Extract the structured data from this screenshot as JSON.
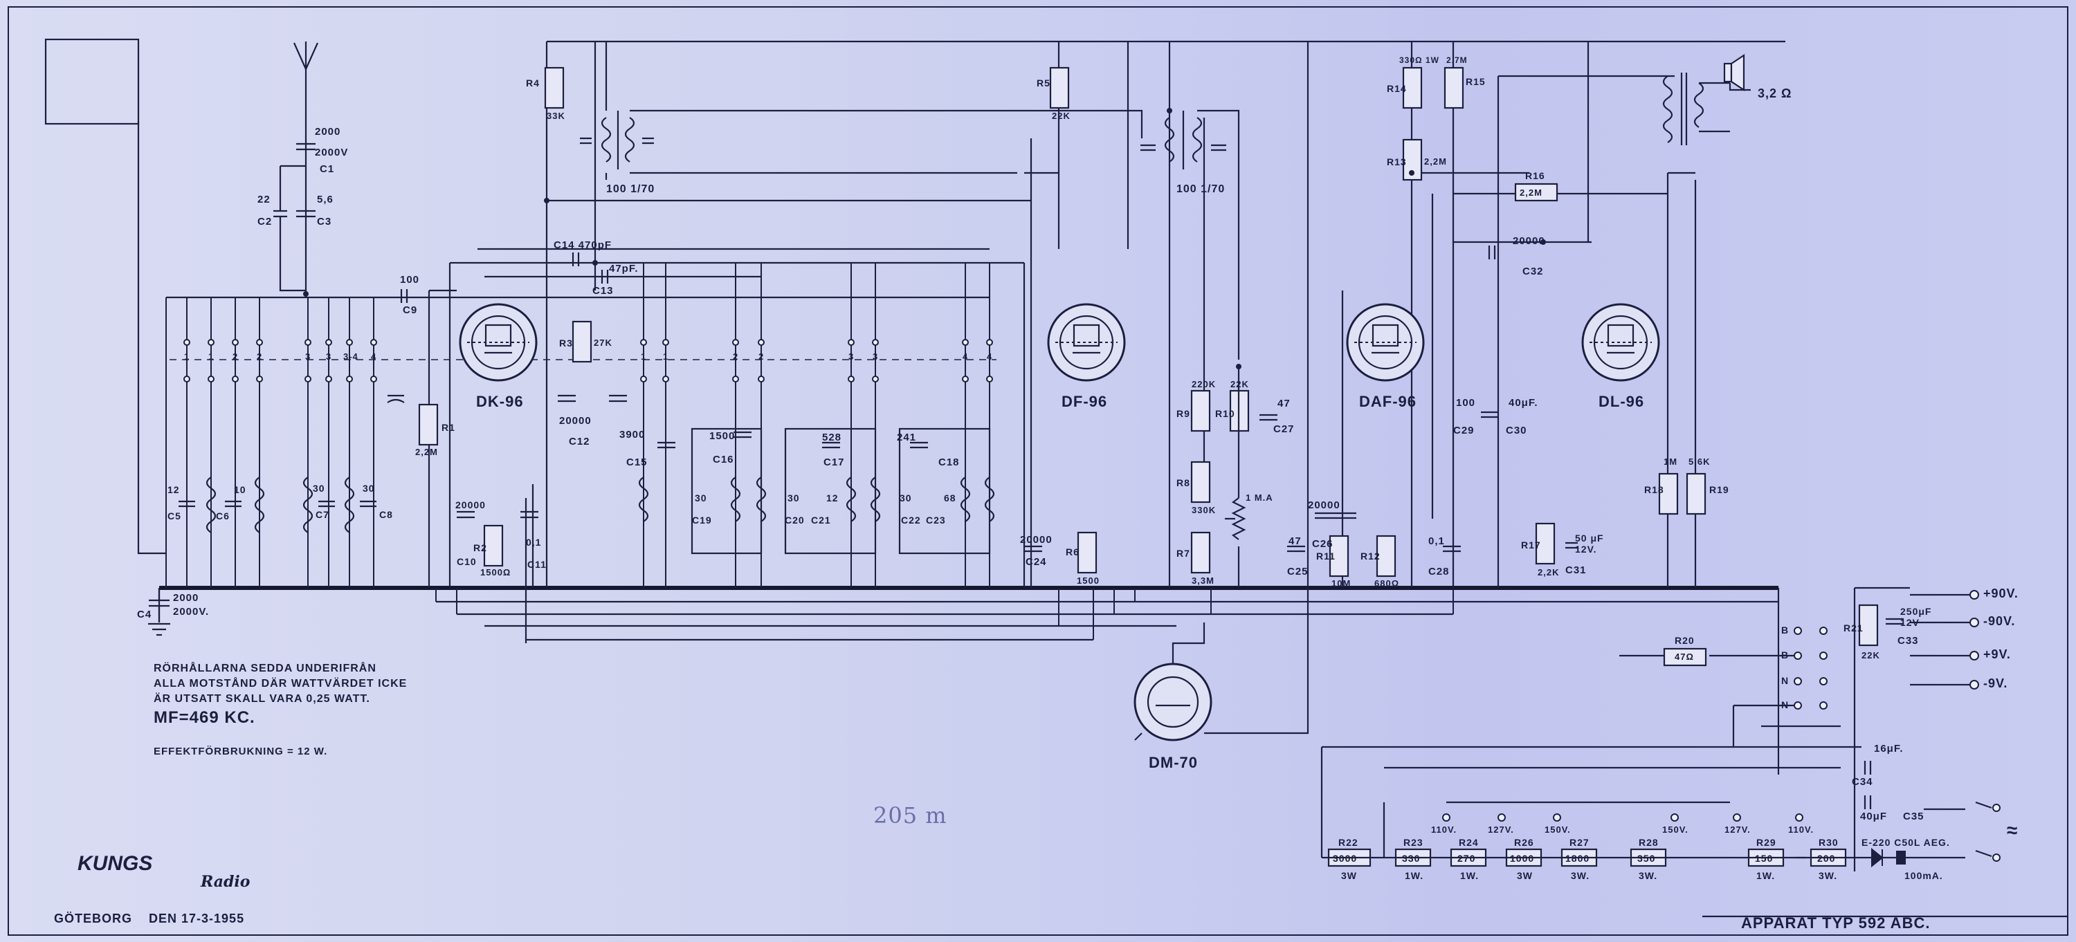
{
  "notes": {
    "line1": "RÖRHÅLLARNA SEDDA UNDERIFRÅN",
    "line2": "ALLA MOTSTÅND DÄR WATTVÄRDET ICKE",
    "line3": "ÄR UTSATT SKALL VARA 0,25 WATT.",
    "mf": "MF=469 KC.",
    "power": "EFFEKTFÖRBRUKNING = 12 W."
  },
  "brand": {
    "name": "KUNGS",
    "sub": "Radio"
  },
  "place_date": "GÖTEBORG    DEN 17-3-1955",
  "handwritten": "205 m",
  "apparatus": "APPARAT TYP 592 ABC.",
  "tubes": {
    "t1": "DK-96",
    "t2": "DF-96",
    "t3": "DAF-96",
    "t4": "DL-96",
    "t5": "DM-70"
  },
  "speaker": "3,2 Ω",
  "supply": {
    "p90": "+90V.",
    "m90": "-90V.",
    "p9": "+9V.",
    "m9": "-9V.",
    "ac": "≈"
  },
  "transformers": {
    "if1": "100 1/70",
    "if2": "100 1/70"
  },
  "labels": {
    "c1": "C1",
    "c1v": "2000",
    "c1vv": "2000V",
    "c2": "C2",
    "c2v": "22",
    "c3": "C3",
    "c3v": "5,6",
    "c4": "C4",
    "c4v": "2000",
    "c4vv": "2000V.",
    "c9": "C9",
    "c9v": "100",
    "c14": "C14 470pF",
    "c13": "C13",
    "c13v": "47pF.",
    "c12": "C12",
    "c12v": "20000",
    "c15": "C15",
    "c15v": "3900",
    "c16": "C16",
    "c16v": "1500",
    "c17": "C17",
    "c17v": "528",
    "c18": "C18",
    "c18v": "241",
    "c24": "C24",
    "c24v": "20000",
    "c27": "C27",
    "c27v": "47",
    "c26": "C26",
    "c26v": "20000",
    "c25": "C25",
    "c25v": "47",
    "c28": "C28",
    "c28v": "0,1",
    "c29": "C29",
    "c29v": "100",
    "c30": "C30",
    "c30v": "40μF.",
    "c32": "C32",
    "c32v": "20000",
    "c31": "C31",
    "c31v": "50 μF 12V.",
    "c33": "C33",
    "c33v": "250μF 12V",
    "c34": "C34",
    "c34v": "16μF.",
    "c35": "C35",
    "c35v": "40μF",
    "c10": "C10",
    "c10v": "20000",
    "c11": "C11",
    "c11v": "0,1",
    "c5": "C5",
    "c5v": "12",
    "c6": "C6",
    "c6v": "10",
    "c7": "C7",
    "c7v": "30",
    "c8": "C8",
    "c8v": "30",
    "r1": "R1",
    "r1v": "2,2M",
    "r2": "R2",
    "r2v": "1500Ω",
    "r3": "R3",
    "r3v": "27K",
    "r4": "R4",
    "r4v": "33K",
    "r5": "R5",
    "r5v": "22K",
    "r6": "R6",
    "r6v": "1500",
    "r7": "R7",
    "r7v": "3,3M",
    "r8": "R8",
    "r8v": "330K",
    "r9": "R9",
    "r9v": "220K",
    "r10": "R10",
    "r10v": "22K",
    "r11": "R11",
    "r11v": "10M",
    "r12": "R12",
    "r12v": "680Ω",
    "r13": "R13",
    "r13v": "2,2M",
    "r14": "R14",
    "r14v": "330Ω 1W",
    "r15": "R15",
    "r15v": "2,7M",
    "r16": "R16",
    "r16v": "2,2M",
    "r17": "R17",
    "r17v": "2,2K",
    "r18": "R18",
    "r18v": "1M",
    "r19": "R19",
    "r19v": "5,6K",
    "r20": "R20",
    "r20v": "47Ω",
    "r21": "R21",
    "r21v": "22K",
    "pot": "1 M.A",
    "r22": "R22",
    "r22v": "3000",
    "r22w": "3W",
    "r23": "R23",
    "r23v": "330",
    "r23w": "1W.",
    "r24": "R24",
    "r24v": "270",
    "r24w": "1W.",
    "r26": "R26",
    "r26v": "1000",
    "r26w": "3W",
    "r27": "R27",
    "r27v": "1800",
    "r27w": "3W.",
    "r28": "R28",
    "r28v": "350",
    "r28w": "3W.",
    "r29": "R29",
    "r29v": "150",
    "r29w": "1W.",
    "r30": "R30",
    "r30v": "200",
    "r30w": "3W.",
    "rect": "E-220 C50L AEG.",
    "rectma": "100mA.",
    "v110a": "110V.",
    "v127a": "127V.",
    "v150a": "150V.",
    "v150b": "150V.",
    "v127b": "127V.",
    "v110b": "110V.",
    "sB1": "B",
    "sB2": "B",
    "sN1": "N",
    "sN2": "N",
    "band": [
      "1",
      "1",
      "2",
      "2",
      "3",
      "3",
      "3-4",
      "4",
      "1",
      "1",
      "2",
      "2",
      "3",
      "3",
      "4",
      "4"
    ],
    "c19": "C19",
    "c19v": "30",
    "c20": "C20",
    "c20v": "30",
    "c21": "C21",
    "c21v": "12",
    "c22": "C22",
    "c22v": "30",
    "c23": "C23",
    "c23v": "68"
  }
}
